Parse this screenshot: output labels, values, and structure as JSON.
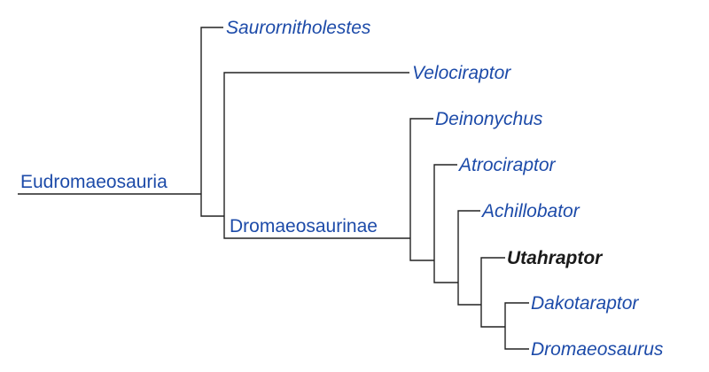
{
  "cladogram": {
    "clades": {
      "root": "Eudromaeosauria",
      "inner": "Dromaeosaurinae"
    },
    "taxa": [
      "Saurornitholestes",
      "Velociraptor",
      "Deinonychus",
      "Atrociraptor",
      "Achillobator",
      "Utahraptor",
      "Dakotaraptor",
      "Dromaeosaurus"
    ],
    "highlighted_taxon": "Utahraptor",
    "colors": {
      "link": "#1d4ba9",
      "highlight": "#1a1a1a",
      "line": "#222222"
    }
  }
}
